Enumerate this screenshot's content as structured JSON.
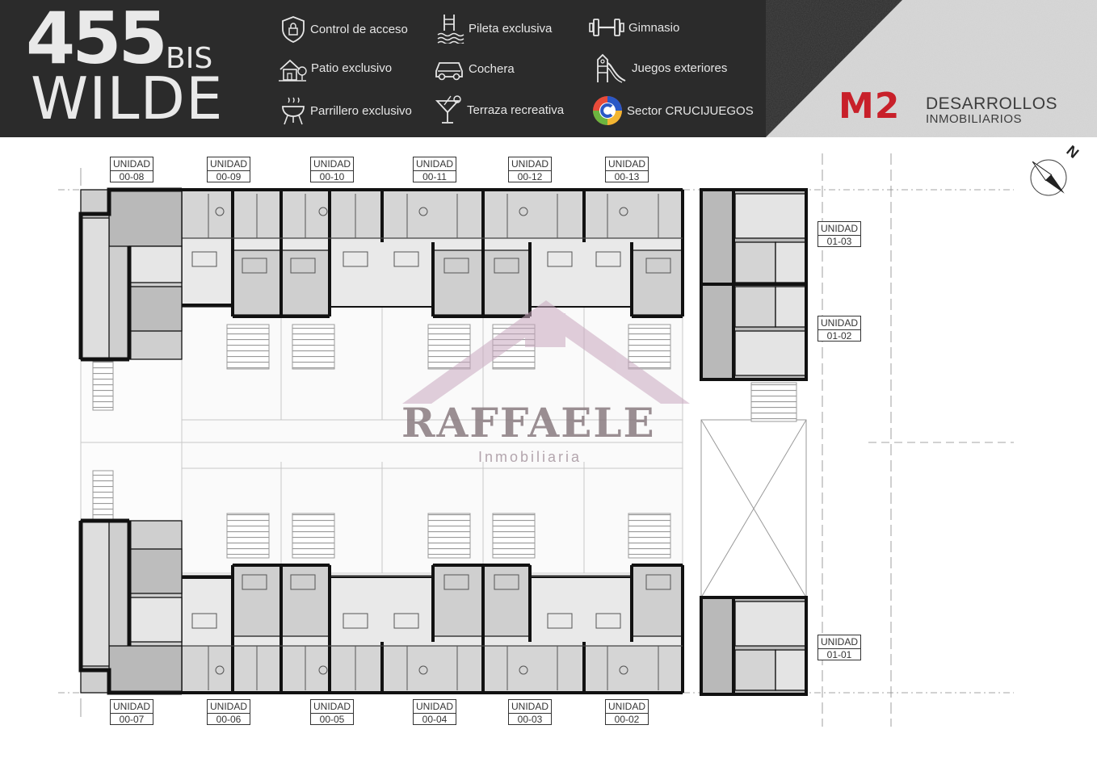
{
  "header": {
    "title_number": "455",
    "title_suffix": "BIS",
    "title_name": "WILDE",
    "amenities": [
      {
        "label": "Control de acceso",
        "icon": "shield-lock-icon"
      },
      {
        "label": "Pileta exclusiva",
        "icon": "pool-ladder-icon"
      },
      {
        "label": "Gimnasio",
        "icon": "dumbbell-icon"
      },
      {
        "label": "Patio exclusivo",
        "icon": "house-tree-icon"
      },
      {
        "label": "Cochera",
        "icon": "car-icon"
      },
      {
        "label": "Juegos exteriores",
        "icon": "slide-icon"
      },
      {
        "label": "Parrillero exclusivo",
        "icon": "grill-icon"
      },
      {
        "label": "Terraza recreativa",
        "icon": "cocktail-icon"
      },
      {
        "label": "Sector CRUCIJUEGOS",
        "icon": "crucijuegos-logo-icon"
      }
    ],
    "brand": {
      "name": "M2",
      "line1": "DESARROLLOS",
      "line2": "INMOBILIARIOS",
      "color": "#c8202a"
    }
  },
  "plan": {
    "top_units": [
      {
        "line1": "UNIDAD",
        "line2": "00-08"
      },
      {
        "line1": "UNIDAD",
        "line2": "00-09"
      },
      {
        "line1": "UNIDAD",
        "line2": "00-10"
      },
      {
        "line1": "UNIDAD",
        "line2": "00-11"
      },
      {
        "line1": "UNIDAD",
        "line2": "00-12"
      },
      {
        "line1": "UNIDAD",
        "line2": "00-13"
      }
    ],
    "bottom_units": [
      {
        "line1": "UNIDAD",
        "line2": "00-07"
      },
      {
        "line1": "UNIDAD",
        "line2": "00-06"
      },
      {
        "line1": "UNIDAD",
        "line2": "00-05"
      },
      {
        "line1": "UNIDAD",
        "line2": "00-04"
      },
      {
        "line1": "UNIDAD",
        "line2": "00-03"
      },
      {
        "line1": "UNIDAD",
        "line2": "00-02"
      }
    ],
    "right_units": [
      {
        "line1": "UNIDAD",
        "line2": "01-03"
      },
      {
        "line1": "UNIDAD",
        "line2": "01-02"
      },
      {
        "line1": "UNIDAD",
        "line2": "01-01"
      }
    ],
    "compass_north": "N"
  },
  "watermark": {
    "name": "RAFFAELE",
    "subtitle": "Inmobiliaria"
  }
}
